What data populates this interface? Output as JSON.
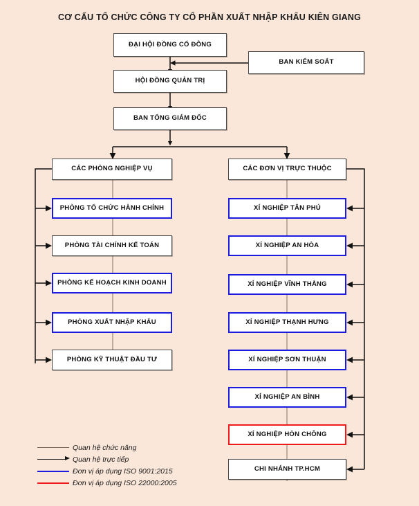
{
  "title": "CƠ CẤU TỔ CHỨC CÔNG TY CỔ PHẦN XUẤT NHẬP KHẨU KIÊN GIANG",
  "colors": {
    "background": "#fbe7d9",
    "box_border_default": "#4a4a4a",
    "box_border_iso9001": "#1a1ae0",
    "box_border_iso22000": "#ef1a1a",
    "connector_direct": "#111111",
    "connector_functional": "#7a6a62",
    "box_fill": "#ffffff"
  },
  "nodes": {
    "shareholders_meeting": "ĐẠI HỘI ĐỒNG CỔ ĐÔNG",
    "supervisory_board": "BAN KIỂM SOÁT",
    "board_of_directors": "HỘI ĐỒNG QUẢN TRỊ",
    "general_director_board": "BAN TỔNG GIÁM ĐỐC",
    "departments_header": "CÁC PHÒNG NGHIỆP VỤ",
    "units_header": "CÁC ĐƠN VỊ TRỰC THUỘC"
  },
  "departments": [
    {
      "label": "PHÒNG TỔ CHỨC HÀNH CHÍNH",
      "style": "blue"
    },
    {
      "label": "PHÒNG TÀI CHÍNH KẾ TOÁN",
      "style": "black"
    },
    {
      "label": "PHÒNG KẾ HOẠCH KINH DOANH",
      "style": "blue"
    },
    {
      "label": "PHÒNG XUẤT NHẬP KHẨU",
      "style": "blue"
    },
    {
      "label": "PHÒNG KỸ THUẬT ĐẦU TƯ",
      "style": "black"
    }
  ],
  "units": [
    {
      "label": "XÍ NGHIỆP TÂN PHÚ",
      "style": "blue"
    },
    {
      "label": "XÍ NGHIỆP AN HÒA",
      "style": "blue"
    },
    {
      "label": "XÍ NGHIỆP VĨNH THẮNG",
      "style": "blue"
    },
    {
      "label": "XÍ NGHIỆP THẠNH HƯNG",
      "style": "blue"
    },
    {
      "label": "XÍ NGHIỆP SƠN THUẬN",
      "style": "blue"
    },
    {
      "label": "XÍ NGHIỆP AN BÌNH",
      "style": "blue"
    },
    {
      "label": "XÍ NGHIỆP HÒN CHÔNG",
      "style": "red"
    },
    {
      "label": "CHI NHÁNH TP.HCM",
      "style": "black"
    }
  ],
  "legend": [
    {
      "label": "Quan hệ chức năng",
      "swatch": "functional-line"
    },
    {
      "label": "Quan hệ trực tiếp",
      "swatch": "direct-arrow"
    },
    {
      "label": "Đơn vị áp dụng ISO 9001:2015",
      "swatch": "blue-line"
    },
    {
      "label": "Đơn vị áp dụng ISO 22000:2005",
      "swatch": "red-line"
    }
  ]
}
